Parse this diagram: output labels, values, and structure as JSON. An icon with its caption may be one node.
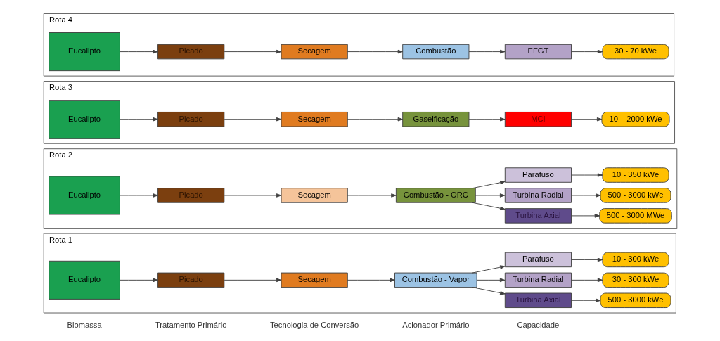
{
  "diagram": {
    "nodes": [
      {
        "text": [
          "Rota 1"
        ]
      },
      {
        "text": [
          "Eucalipto"
        ],
        "in": 0
      },
      {
        "text": [
          "Picado"
        ],
        "in": 0
      },
      {
        "text": [
          "Secagem"
        ],
        "in": 0
      },
      {
        "text": [
          "Combustão - Vapor"
        ],
        "in": 0
      },
      {
        "text": [
          "Turbina Axial"
        ],
        "in": 0
      },
      {
        "text": [
          "Turbina Radial"
        ],
        "in": 0
      },
      {
        "text": [
          "Parafuso"
        ],
        "in": 0
      },
      {
        "text": [
          "500 - 3000 kWe"
        ],
        "in": 0
      },
      {
        "text": [
          "30 - 300 kWe"
        ],
        "in": 0
      },
      {
        "text": [
          "10 - 300 kWe"
        ],
        "in": 0
      },
      {
        "text": [
          "Rota 2"
        ]
      },
      {
        "text": [
          "Eucalipto"
        ],
        "in": 11
      },
      {
        "text": [
          "Picado"
        ],
        "in": 11
      },
      {
        "text": [
          "Secagem"
        ],
        "in": 11
      },
      {
        "text": [
          "Combustão - ORC"
        ],
        "in": 11
      },
      {
        "text": [
          "Turbina Axial"
        ],
        "in": 11
      },
      {
        "text": [
          "Turbina Radial"
        ],
        "in": 11
      },
      {
        "text": [
          "Parafuso"
        ],
        "in": 11
      },
      {
        "text": [
          "500 - 3000 MWe"
        ],
        "in": 11
      },
      {
        "text": [
          "500 - 3000 kWe"
        ],
        "in": 11
      },
      {
        "text": [
          "10 - 350 kWe"
        ],
        "in": 11
      },
      {
        "text": [
          "Rota 3"
        ]
      },
      {
        "text": [
          "Eucalipto"
        ],
        "in": 22
      },
      {
        "text": [
          "Picado"
        ],
        "in": 22
      },
      {
        "text": [
          "Secagem"
        ],
        "in": 22
      },
      {
        "text": [
          "Gaseificação"
        ],
        "in": 22
      },
      {
        "text": [
          "MCI"
        ],
        "in": 22
      },
      {
        "text": [
          "10 – 2000 kWe"
        ],
        "in": 22
      },
      {
        "text": [
          "Rota 4"
        ]
      },
      {
        "text": [
          "Eucalipto"
        ],
        "in": 29
      },
      {
        "text": [
          "Picado"
        ],
        "in": 29
      },
      {
        "text": [
          "Secagem"
        ],
        "in": 29
      },
      {
        "text": [
          "Combustão"
        ],
        "in": 29
      },
      {
        "text": [
          "EFGT"
        ],
        "in": 29
      },
      {
        "text": [
          "30 - 70 kWe"
        ],
        "in": 29
      }
    ],
    "edges": [
      {
        "from": 1,
        "to": 2,
        "arrow": "to"
      },
      {
        "from": 2,
        "to": 3,
        "arrow": "to"
      },
      {
        "from": 3,
        "to": 4,
        "arrow": "to"
      },
      {
        "from": 4,
        "to": 5,
        "arrow": "to"
      },
      {
        "from": 4,
        "to": 6,
        "arrow": "to"
      },
      {
        "from": 4,
        "to": 7,
        "arrow": "to"
      },
      {
        "from": 5,
        "to": 8,
        "arrow": "to"
      },
      {
        "from": 6,
        "to": 9,
        "arrow": "to"
      },
      {
        "from": 7,
        "to": 10,
        "arrow": "to"
      },
      {
        "from": 12,
        "to": 13,
        "arrow": "to"
      },
      {
        "from": 13,
        "to": 14,
        "arrow": "to"
      },
      {
        "from": 14,
        "to": 15,
        "arrow": "to"
      },
      {
        "from": 15,
        "to": 16,
        "arrow": "to"
      },
      {
        "from": 15,
        "to": 17,
        "arrow": "to"
      },
      {
        "from": 15,
        "to": 18,
        "arrow": "to"
      },
      {
        "from": 16,
        "to": 19,
        "arrow": "to"
      },
      {
        "from": 17,
        "to": 20,
        "arrow": "to"
      },
      {
        "from": 18,
        "to": 21,
        "arrow": "to"
      },
      {
        "from": 23,
        "to": 24,
        "arrow": "to"
      },
      {
        "from": 24,
        "to": 25,
        "arrow": "to"
      },
      {
        "from": 25,
        "to": 26,
        "arrow": "to"
      },
      {
        "from": 26,
        "to": 27,
        "arrow": "to"
      },
      {
        "from": 27,
        "to": 28,
        "arrow": "to"
      },
      {
        "from": 30,
        "to": 31,
        "arrow": "to"
      },
      {
        "from": 31,
        "to": 32,
        "arrow": "to"
      },
      {
        "from": 32,
        "to": 33,
        "arrow": "to"
      },
      {
        "from": 33,
        "to": 34,
        "arrow": "to"
      },
      {
        "from": 34,
        "to": 35,
        "arrow": "to"
      }
    ],
    "labels": [
      "Biomassa",
      "Tratamento Primário",
      "Tecnologia de Conversão",
      "Acionador Primário",
      "Capacidade"
    ]
  }
}
